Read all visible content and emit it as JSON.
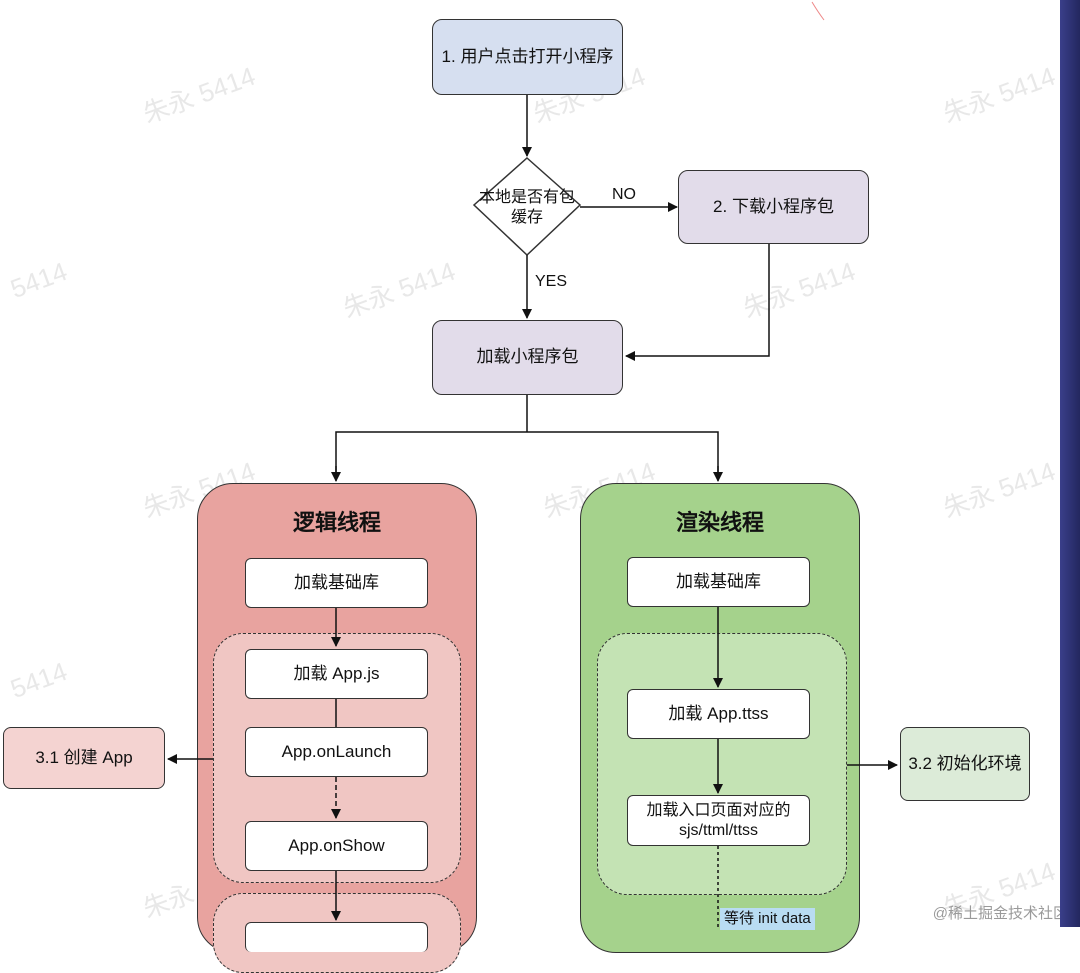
{
  "nodes": {
    "start": "1. 用户点击打开小程序",
    "decision": "本地是否有包缓存",
    "download": "2. 下载小程序包",
    "load_pkg": "加载小程序包",
    "create_app": "3.1 创建 App",
    "init_env": "3.2 初始化环境"
  },
  "edge_labels": {
    "no": "NO",
    "yes": "YES"
  },
  "logic_lane": {
    "title": "逻辑线程",
    "steps": [
      "加载基础库",
      "加载 App.js",
      "App.onLaunch",
      "App.onShow"
    ]
  },
  "render_lane": {
    "title": "渲染线程",
    "steps": [
      "加载基础库",
      "加载 App.ttss",
      "加载入口页面对应的sjs/ttml/ttss"
    ],
    "wait_tag": "等待 init data"
  },
  "watermark": "朱永 5414",
  "watermark_short": "5414",
  "footer": "@稀土掘金技术社区",
  "colors": {
    "start": "#d6dff0",
    "download": "#e2dcea",
    "logic_lane": "#e8a39f",
    "render_lane": "#a5d28c",
    "wait_tag": "#b9dcf2"
  }
}
